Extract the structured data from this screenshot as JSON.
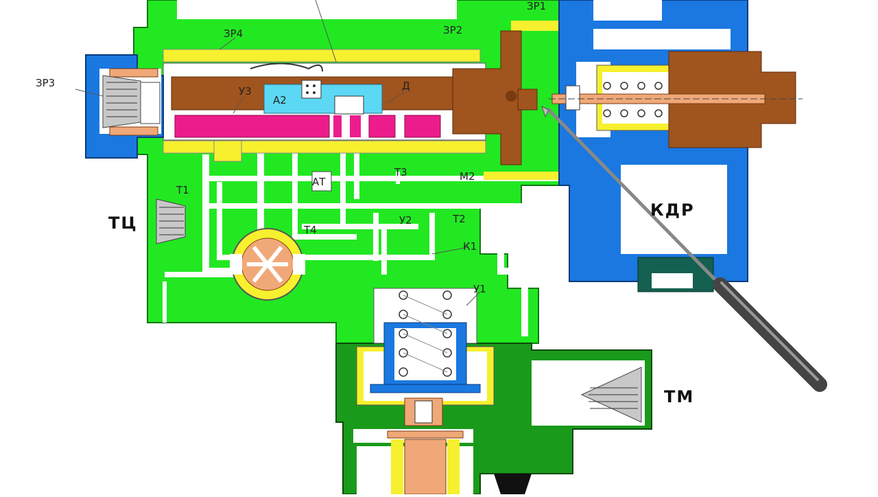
{
  "labels": {
    "zr1": "ЗР1",
    "zr2": "ЗР2",
    "zr3": "ЗР3",
    "zr4": "ЗР4",
    "u3": "У3",
    "a2": "А2",
    "d": "Д",
    "at": "АТ",
    "t1": "Т1",
    "t2": "Т2",
    "t3": "Т3",
    "t4": "Т4",
    "m2": "М2",
    "u2": "У2",
    "k1": "К1",
    "u1": "У1",
    "tc": "ТЦ",
    "kdr": "КДР",
    "tm": "ТМ"
  },
  "colors": {
    "body_green": "#22e822",
    "dark_green": "#1a9a1a",
    "blue": "#1a78e0",
    "yellow": "#f6f02e",
    "brown": "#a0541e",
    "magenta": "#ec1c8c",
    "cyan": "#5cd8f4",
    "orange": "#f0a878",
    "teal": "#146050",
    "pointer": "#555555"
  }
}
